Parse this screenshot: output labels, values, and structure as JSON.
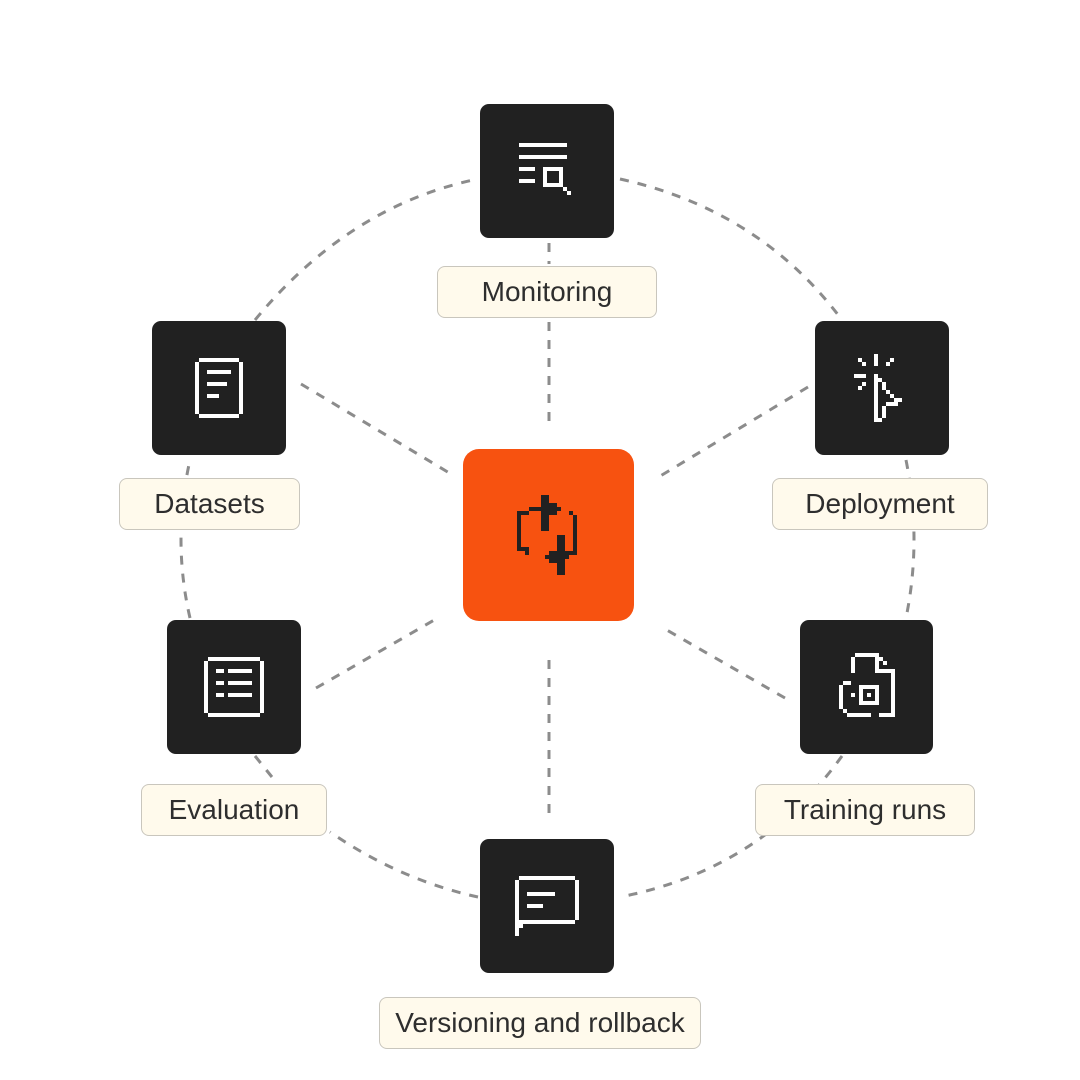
{
  "diagram": {
    "hub": {
      "icon": "refresh-sync-icon",
      "color": "#f75210"
    },
    "nodes": [
      {
        "id": "monitoring",
        "label": "Monitoring",
        "icon": "document-search-icon"
      },
      {
        "id": "deployment",
        "label": "Deployment",
        "icon": "cursor-click-icon"
      },
      {
        "id": "training-runs",
        "label": "Training runs",
        "icon": "file-settings-icon"
      },
      {
        "id": "versioning",
        "label": "Versioning and rollback",
        "icon": "chat-bubble-icon"
      },
      {
        "id": "evaluation",
        "label": "Evaluation",
        "icon": "checklist-icon"
      },
      {
        "id": "datasets",
        "label": "Datasets",
        "icon": "document-icon"
      }
    ],
    "colors": {
      "tile": "#212121",
      "label_bg": "#fffaec",
      "label_border": "#c9c6bd",
      "connector": "#8c8c8c"
    }
  }
}
